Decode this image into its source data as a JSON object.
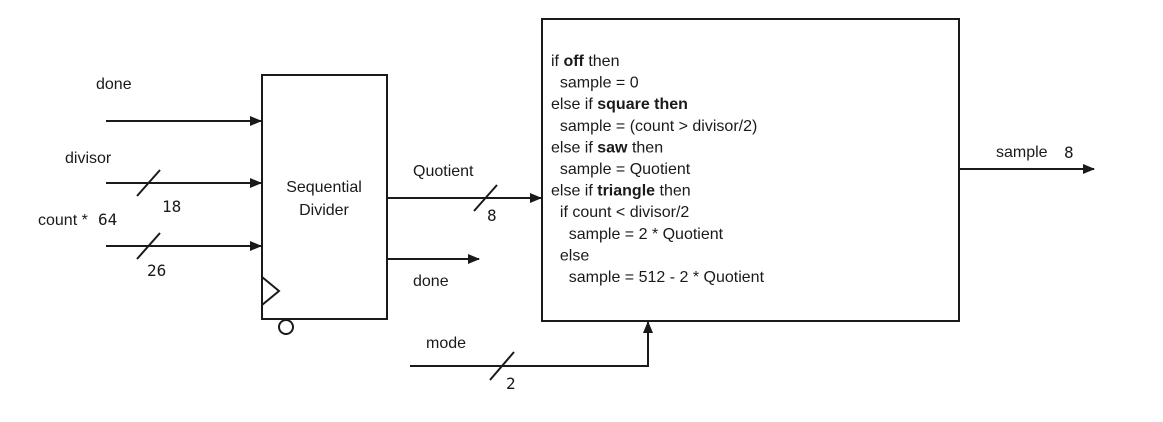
{
  "divider": {
    "title_line1": "Sequential",
    "title_line2": "Divider",
    "inputs": {
      "done": "done",
      "divisor": "divisor",
      "divisor_width": "18",
      "count": "count *",
      "count_suffix": "64",
      "count_width": "26"
    },
    "outputs": {
      "quotient": "Quotient",
      "quotient_width": "8",
      "done": "done"
    }
  },
  "selector": {
    "code_lines": [
      [
        {
          "t": "if "
        },
        {
          "t": "off",
          "b": true
        },
        {
          "t": " then"
        }
      ],
      [
        {
          "t": "  sample = 0"
        }
      ],
      [
        {
          "t": "else if "
        },
        {
          "t": "square then",
          "b": true
        }
      ],
      [
        {
          "t": "  sample = (count > divisor/2)"
        }
      ],
      [
        {
          "t": "else if "
        },
        {
          "t": "saw",
          "b": true
        },
        {
          "t": " then"
        }
      ],
      [
        {
          "t": "  sample = Quotient"
        }
      ],
      [
        {
          "t": "else if "
        },
        {
          "t": "triangle",
          "b": true
        },
        {
          "t": " then"
        }
      ],
      [
        {
          "t": "  if count < divisor/2"
        }
      ],
      [
        {
          "t": "    sample = 2 * Quotient"
        }
      ],
      [
        {
          "t": "  else"
        }
      ],
      [
        {
          "t": "    sample = 512 - 2 * Quotient"
        }
      ]
    ],
    "mode_label": "mode",
    "mode_width": "2",
    "output_label": "sample",
    "output_width": "8"
  }
}
